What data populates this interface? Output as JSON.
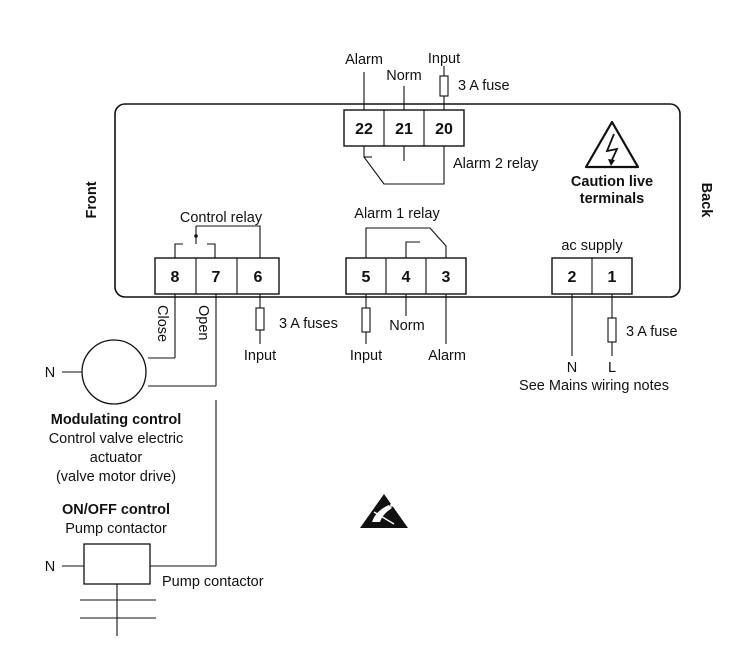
{
  "labels": {
    "front": "Front",
    "back": "Back",
    "alarm_top": "Alarm",
    "norm_top": "Norm",
    "input_top": "Input",
    "fuse_top": "3 A fuse",
    "alarm2_relay": "Alarm 2 relay",
    "caution_line1": "Caution live",
    "caution_line2": "terminals",
    "control_relay": "Control relay",
    "alarm1_relay": "Alarm 1 relay",
    "ac_supply": "ac supply",
    "close": "Close",
    "open": "Open",
    "fuses_3a": "3 A fuses",
    "input_1": "Input",
    "input_2": "Input",
    "norm_bottom": "Norm",
    "alarm_bottom": "Alarm",
    "fuse_supply": "3 A fuse",
    "supply_n": "N",
    "supply_l": "L",
    "mains_note": "See Mains wiring notes",
    "motor_n": "N",
    "modulating_title": "Modulating control",
    "modulating_l1": "Control valve electric",
    "modulating_l2": "actuator",
    "modulating_l3": "(valve motor drive)",
    "onoff_title": "ON/OFF control",
    "onoff_sub": "Pump contactor",
    "contactor_n": "N",
    "pump_contactor": "Pump contactor"
  },
  "terminals": {
    "t22": "22",
    "t21": "21",
    "t20": "20",
    "t8": "8",
    "t7": "7",
    "t6": "6",
    "t5": "5",
    "t4": "4",
    "t3": "3",
    "t2": "2",
    "t1": "1"
  },
  "icons": [
    "high-voltage-warning-icon",
    "esd-warning-icon"
  ]
}
